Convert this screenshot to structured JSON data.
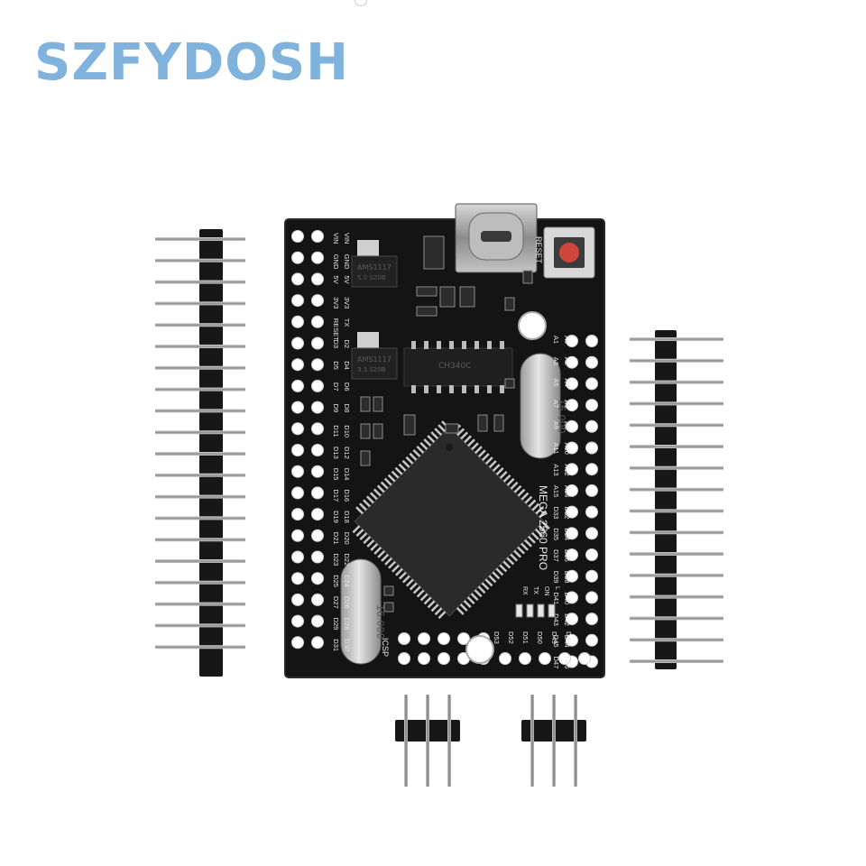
{
  "brand": {
    "text": "SZFYDOSH",
    "color": "#7fb2dc"
  },
  "board": {
    "model_label": "MEGA 2560 PRO",
    "reset_label": "RESET",
    "icsp_label": "ICSP",
    "crystal_label": "16.000",
    "regulator_1": "AMS1117",
    "regulator_1_sub": "5.0 S20B",
    "regulator_2": "AMS1117",
    "regulator_2_sub": "3.3 S20B",
    "usb_chip": "CH340C",
    "led_labels": [
      "RX",
      "TX",
      "ON",
      "L"
    ],
    "left_pins": [
      "VIN",
      "GND",
      "5V",
      "3V3",
      "RESET",
      "D3",
      "D5",
      "D7",
      "D9",
      "D11",
      "D13",
      "D15",
      "D17",
      "D19",
      "D21",
      "D23",
      "D25",
      "D27",
      "D29",
      "D31"
    ],
    "left_pins_inner": [
      "VIN",
      "GND",
      "5V",
      "3V3",
      "TX",
      "D2",
      "D4",
      "D6",
      "D8",
      "D10",
      "D12",
      "D14",
      "D16",
      "D18",
      "D20",
      "D22",
      "D24",
      "D26",
      "D28",
      "D30"
    ],
    "right_pins": [
      "A1",
      "A3",
      "A5",
      "A7",
      "A9",
      "A11",
      "A13",
      "A15",
      "D33",
      "D35",
      "D37",
      "D39",
      "D41",
      "D43",
      "D45",
      "D47"
    ],
    "right_pins_inner": [
      "A0",
      "A2",
      "A4",
      "A6",
      "A8",
      "A10",
      "A12",
      "A14",
      "D32",
      "D34",
      "D36",
      "D38",
      "D40",
      "D42",
      "D44",
      "D46"
    ],
    "bottom_pins": [
      "D53",
      "D52",
      "D51",
      "D50",
      "D49",
      "D48"
    ]
  },
  "colors": {
    "pcb": "#141414",
    "silk": "#e8e8e8",
    "pin_metal": "#9a9a9a",
    "header_plastic": "#1a1a1a",
    "reset_button": "#d0443a"
  }
}
